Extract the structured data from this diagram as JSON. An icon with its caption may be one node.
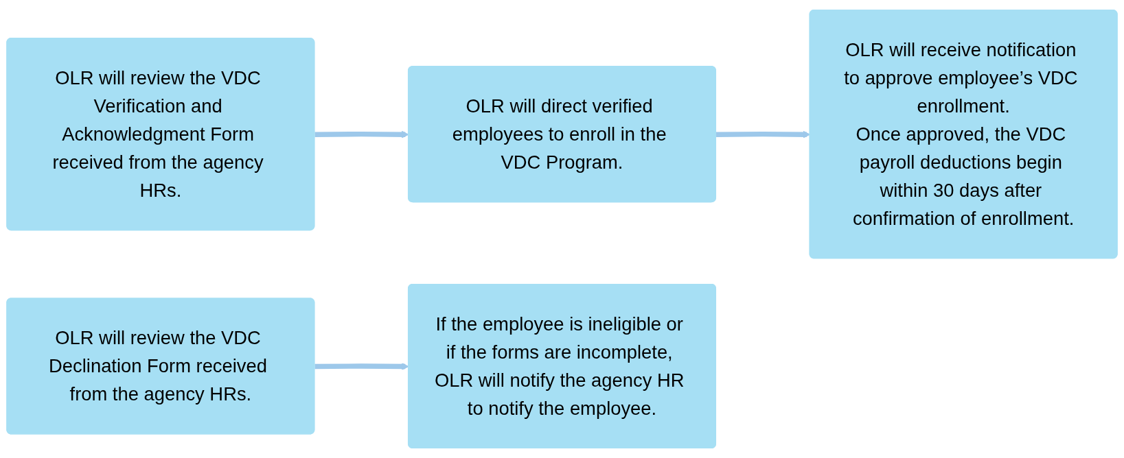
{
  "diagram": {
    "nodes": [
      {
        "text": [
          "OLR will review the VDC Verification and Acknowledgment Form received from the agency HRs."
        ]
      },
      {
        "text": [
          "OLR will direct verified employees to enroll in the VDC Program."
        ]
      },
      {
        "text": [
          "OLR will receive notification to approve employee’s VDC enrollment.",
          "Once approved, the VDC payroll deductions begin within 30 days after confirmation of enrollment."
        ]
      },
      {
        "text": [
          "OLR will review the VDC Declination Form received from the agency HRs."
        ]
      },
      {
        "text": [
          "If the employee is ineligible or if the forms are incomplete, OLR will notify the agency HR to notify the employee."
        ]
      }
    ],
    "edges": [
      {
        "from": 0,
        "to": 1,
        "arrow": "to"
      },
      {
        "from": 1,
        "to": 2,
        "arrow": "to"
      },
      {
        "from": 3,
        "to": 4,
        "arrow": "to"
      }
    ]
  }
}
